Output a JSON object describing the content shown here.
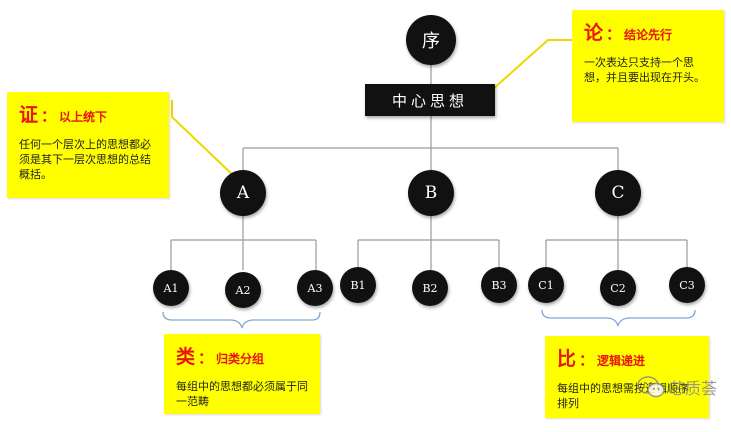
{
  "root": {
    "label": "序"
  },
  "center": {
    "label": "中心思想"
  },
  "level1": [
    {
      "label": "A"
    },
    {
      "label": "B"
    },
    {
      "label": "C"
    }
  ],
  "level2": [
    {
      "label": "A1"
    },
    {
      "label": "A2"
    },
    {
      "label": "A3"
    },
    {
      "label": "B1"
    },
    {
      "label": "B2"
    },
    {
      "label": "B3"
    },
    {
      "label": "C1"
    },
    {
      "label": "C2"
    },
    {
      "label": "C3"
    }
  ],
  "notes": {
    "zheng": {
      "key": "证",
      "colon": "：",
      "subtitle": "以上统下",
      "body": "任何一个层次上的思想都必须是其下一层次思想的总结概括。"
    },
    "lun": {
      "key": "论",
      "colon": "：",
      "subtitle": "结论先行",
      "body": "一次表达只支持一个思想，并且要出现在开头。"
    },
    "lei": {
      "key": "类",
      "colon": "：",
      "subtitle": "归类分组",
      "body": "每组中的思想都必须属于同一范畴"
    },
    "bi": {
      "key": "比",
      "colon": "：",
      "subtitle": "逻辑递进",
      "body": "每组中的思想需按逻辑顺序排列"
    }
  },
  "watermark": {
    "text": "芯质荟",
    "icon": "wechat-icon"
  },
  "colors": {
    "node": "#111111",
    "note_bg": "#ffff00",
    "accent_red": "#e8160c",
    "connector": "#9a9a9a",
    "callout": "#f2d500",
    "bracket": "#7fa6d8"
  }
}
